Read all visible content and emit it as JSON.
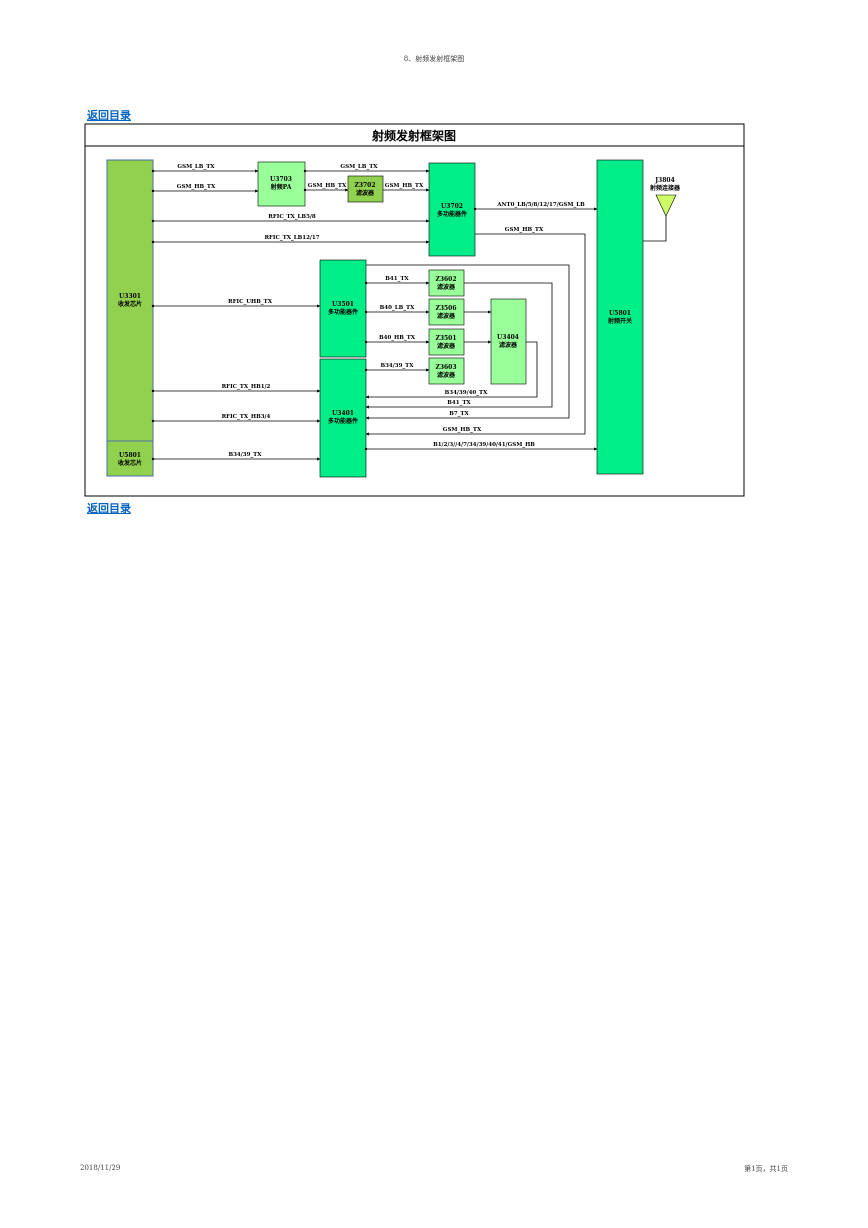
{
  "header": {
    "title": "8、射频发射框架图"
  },
  "nav": {
    "back_label": "返回目录"
  },
  "footer": {
    "date": "2018/11/29",
    "page": "第1页，共1页"
  },
  "diagram": {
    "title": "射频发射框架图",
    "blocks": {
      "u3301": {
        "id": "U3301",
        "name": "收发芯片"
      },
      "u5801": {
        "id": "U5801",
        "name": "收发芯片"
      },
      "u3703": {
        "id": "U3703",
        "name": "射频PA"
      },
      "z3702": {
        "id": "Z3702",
        "name": "滤波器"
      },
      "u3702": {
        "id": "U3702",
        "name": "多功能器件"
      },
      "u5801sw": {
        "id": "U5801",
        "name": "射频开关"
      },
      "j3804": {
        "id": "J3804",
        "name": "射频连接器"
      },
      "u3501": {
        "id": "U3501",
        "name": "多功能器件"
      },
      "u3401": {
        "id": "U3401",
        "name": "多功能器件"
      },
      "z3602": {
        "id": "Z3602",
        "name": "滤波器"
      },
      "z3506": {
        "id": "Z3506",
        "name": "滤波器"
      },
      "z3501": {
        "id": "Z3501",
        "name": "滤波器"
      },
      "z3603": {
        "id": "Z3603",
        "name": "滤波器"
      },
      "u3404": {
        "id": "U3404",
        "name": "滤波器"
      }
    },
    "signals": {
      "gsm_lb_tx_1": "GSM_LB_TX",
      "gsm_hb_tx_1": "GSM_HB_TX",
      "gsm_lb_tx_2": "GSM_LB_TX",
      "gsm_hb_tx_2": "GSM_HB_TX",
      "gsm_hb_tx_3": "GSM_HB_TX",
      "rfic_tx_lb58": "RFIC_TX_LB5/8",
      "rfic_tx_lb1217": "RFIC_TX_LB12/17",
      "ant0": "ANT0_LB/5/8/12/17/GSM_LB",
      "gsm_hb_tx_4": "GSM_HB_TX",
      "b41_tx_1": "B41_TX",
      "rfic_uhb_tx": "RFIC_UHB_TX",
      "b40_lb_tx": "B40_LB_TX",
      "b40_hb_tx": "B40_HB_TX",
      "b3439_tx_1": "B34/39_TX",
      "rfic_tx_hb12": "RFIC_TX_HB1/2",
      "b343940_tx": "B34/39/40_TX",
      "b41_tx_2": "B41_TX",
      "rfic_tx_hb34": "RFIC_TX_HB3/4",
      "b7_tx": "B7_TX",
      "gsm_hb_tx_5": "GSM_HB_TX",
      "b_all": "B1/2/3//4/7/34/39/40/41/GSM_HB",
      "b3439_tx_2": "B34/39_TX"
    },
    "colors": {
      "dark_green": "#92d050",
      "light_green": "#99ff99",
      "teal": "#00ee88",
      "antenna": "#ccff66"
    }
  }
}
